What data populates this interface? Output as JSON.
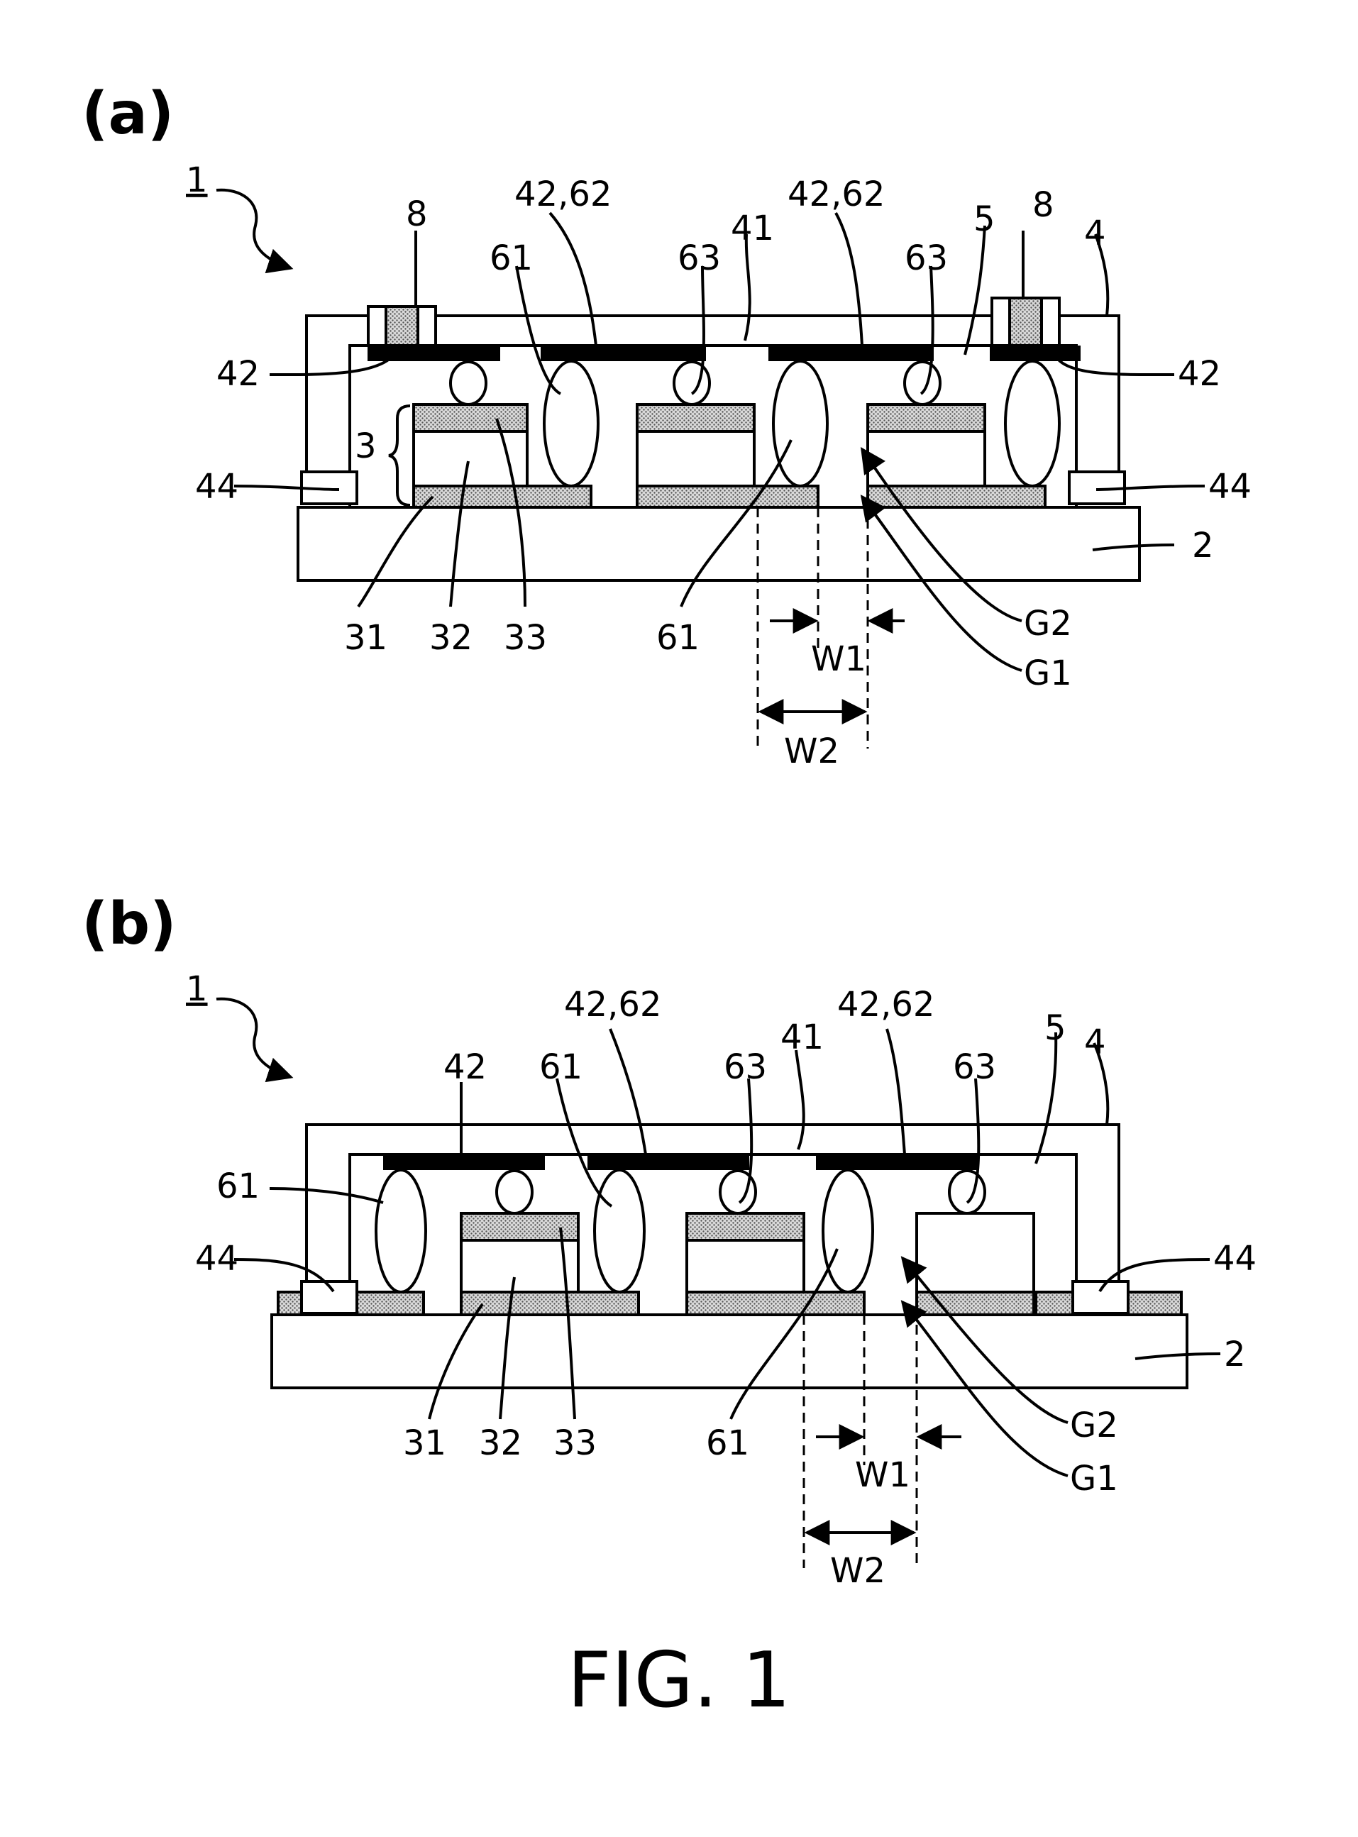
{
  "figure_caption": "FIG. 1",
  "panels": [
    {
      "id": "a",
      "panel_label": "(a)",
      "labels": {
        "device": "1",
        "pad_l": "8",
        "pad_r": "8",
        "cover": "4",
        "top_cavity": "41",
        "space": "5",
        "elec_left": "42",
        "elec_right": "42",
        "el_mid1": "42,62",
        "el_mid2": "42,62",
        "led": "3",
        "seal_l": "44",
        "seal_r": "44",
        "substrate": "2",
        "bottom_el": "31",
        "body": "32",
        "top_el": "33",
        "bump_top": "61",
        "bump_bottom": "61",
        "wire_l": "63",
        "wire_r": "63",
        "gap2": "G2",
        "gap1": "G1",
        "width1": "W1",
        "width2": "W2"
      }
    },
    {
      "id": "b",
      "panel_label": "(b)",
      "labels": {
        "device": "1",
        "cover": "4",
        "top_cavity": "41",
        "space": "5",
        "elec_left": "42",
        "el_mid1": "42,62",
        "el_mid2": "42,62",
        "bump_left": "61",
        "bump_top": "61",
        "bump_bottom": "61",
        "wire_l": "63",
        "wire_r": "63",
        "seal_l": "44",
        "seal_r": "44",
        "substrate": "2",
        "bottom_el": "31",
        "body": "32",
        "top_el": "33",
        "gap2": "G2",
        "gap1": "G1",
        "width1": "W1",
        "width2": "W2"
      }
    }
  ]
}
